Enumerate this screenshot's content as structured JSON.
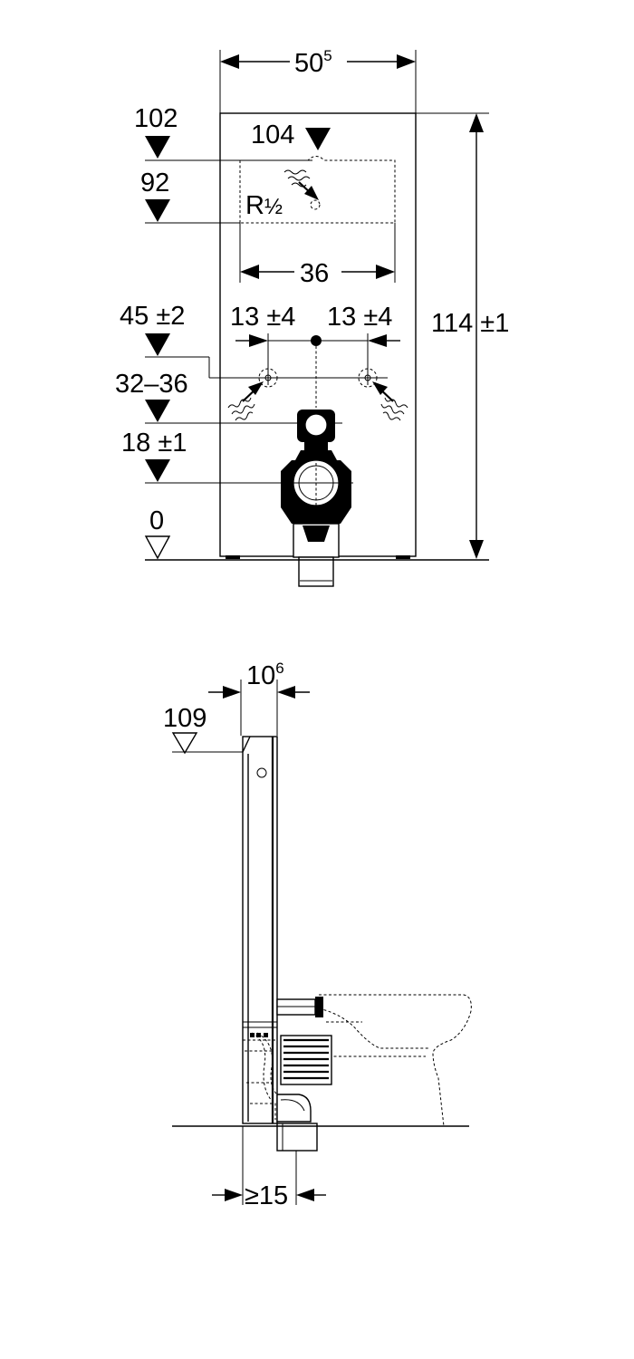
{
  "front_view": {
    "width_main": "50",
    "width_sup": "5",
    "height_total": "114 ±1",
    "inner_width": "36",
    "offset_left": "13 ±4",
    "offset_right": "13 ±4",
    "level_102": "102",
    "level_104": "104",
    "level_92": "92",
    "thread_main": "R",
    "thread_frac": "½",
    "level_45": "45 ±2",
    "level_32_36": "32–36",
    "level_18": "18 ±1",
    "level_0": "0"
  },
  "side_view": {
    "depth_main": "10",
    "depth_sup": "6",
    "level_109": "109",
    "clearance": "≥15"
  }
}
